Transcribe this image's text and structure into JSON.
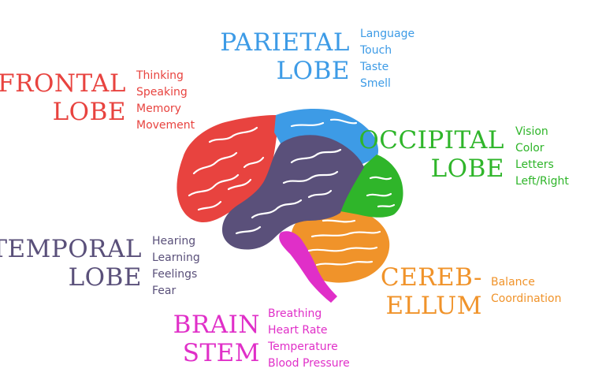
{
  "colors": {
    "frontal": "#e8433f",
    "parietal": "#3d9be6",
    "occipital": "#2fb52a",
    "temporal": "#5a507a",
    "cerebellum": "#f0932a",
    "brainstem": "#e02fc8",
    "fold_line": "#ffffff"
  },
  "labels": {
    "frontal": {
      "line1": "FRONTAL",
      "line2": "LOBE",
      "functions": [
        "Thinking",
        "Speaking",
        "Memory",
        "Movement"
      ]
    },
    "parietal": {
      "line1": "PARIETAL",
      "line2": "LOBE",
      "functions": [
        "Language",
        "Touch",
        "Taste",
        "Smell"
      ]
    },
    "occipital": {
      "line1": "OCCIPITAL",
      "line2": "LOBE",
      "functions": [
        "Vision",
        "Color",
        "Letters",
        "Left/Right"
      ]
    },
    "temporal": {
      "line1": "TEMPORAL",
      "line2": "LOBE",
      "functions": [
        "Hearing",
        "Learning",
        "Feelings",
        "Fear"
      ]
    },
    "cerebellum": {
      "line1": "CEREB-",
      "line2": "ELLUM",
      "functions": [
        "Balance",
        "Coordination"
      ]
    },
    "brainstem": {
      "line1": "BRAIN",
      "line2": "STEM",
      "functions": [
        "Breathing",
        "Heart Rate",
        "Temperature",
        "Blood Pressure"
      ]
    }
  }
}
